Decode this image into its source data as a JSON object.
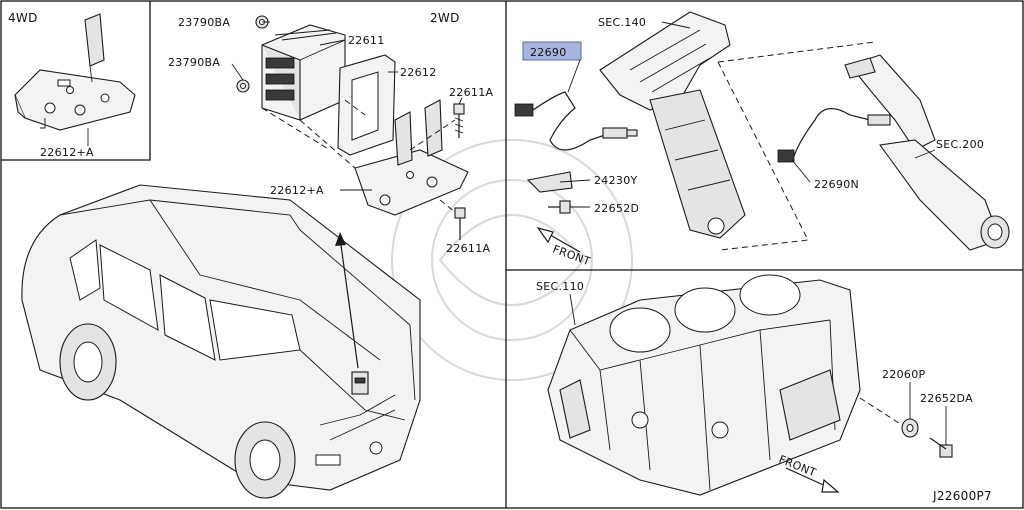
{
  "headers": {
    "left_4wd": "4WD",
    "left_2wd": "2WD"
  },
  "labels": {
    "p23790BA_top": "23790BA",
    "p22611": "22611",
    "p23790BA_left": "23790BA",
    "p22612": "22612",
    "p22611A_top": "22611A",
    "p22612A_4wd": "22612+A",
    "p22612A_2wd": "22612+A",
    "p22611A_bottom": "22611A",
    "p22690_highlighted": "22690",
    "sec140": "SEC.140",
    "p24230Y": "24230Y",
    "p22652D": "22652D",
    "front_top": "FRONT",
    "sec200": "SEC.200",
    "p22690N": "22690N",
    "sec110": "SEC.110",
    "p22060P": "22060P",
    "p22652DA": "22652DA",
    "front_bottom": "FRONT",
    "diagram_id": "J22600P7"
  },
  "colors": {
    "highlight": "#a9b4dc",
    "line": "#1a1a1a",
    "watermark": "#d9d9d9"
  }
}
